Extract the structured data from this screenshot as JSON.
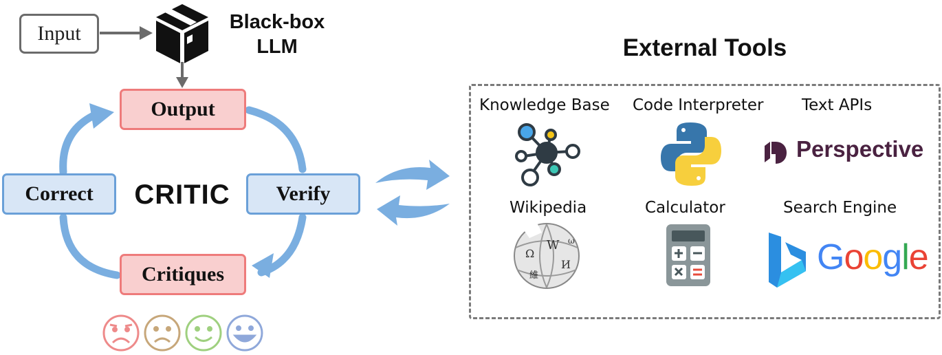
{
  "left": {
    "input_label": "Input",
    "llm_label_line1": "Black-box",
    "llm_label_line2": "LLM",
    "output_label": "Output",
    "correct_label": "Correct",
    "verify_label": "Verify",
    "critiques_label": "Critiques",
    "center_label": "CRITIC",
    "faces": [
      "sad-face-icon",
      "frown-face-icon",
      "smile-face-icon",
      "grin-face-icon"
    ]
  },
  "right": {
    "title": "External Tools",
    "tools": {
      "knowledge_base": "Knowledge Base",
      "code_interpreter": "Code Interpreter",
      "text_apis": "Text APIs",
      "wikipedia": "Wikipedia",
      "calculator": "Calculator",
      "search_engine": "Search Engine"
    },
    "logos": {
      "perspective": "Perspective",
      "google_letters": [
        "G",
        "o",
        "o",
        "g",
        "l",
        "e"
      ]
    }
  },
  "colors": {
    "red_fill": "#f9cfcf",
    "red_border": "#ee7b7b",
    "blue_fill": "#d8e6f6",
    "blue_border": "#6aa0d8",
    "cycle_arrow": "#7aaee0",
    "google": [
      "#4285F4",
      "#EA4335",
      "#FBBC05",
      "#4285F4",
      "#34A853",
      "#EA4335"
    ]
  }
}
